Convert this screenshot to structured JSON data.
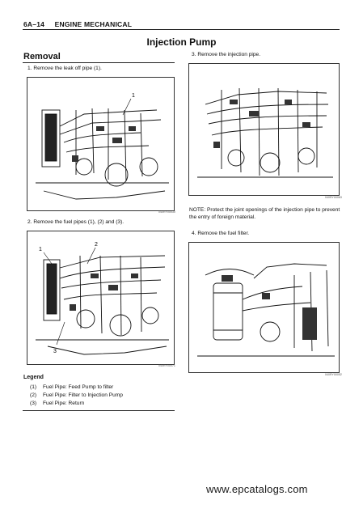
{
  "header": {
    "section": "6A–14",
    "chapter": "ENGINE MECHANICAL"
  },
  "page_title": "Injection Pump",
  "subheading": "Removal",
  "steps": [
    {
      "text": "1. Remove the leak off pipe (1)."
    },
    {
      "text": "2. Remove the fuel pipes (1), (2) and (3)."
    },
    {
      "text": "3. Remove the injection pipe."
    },
    {
      "text": "4. Remove the fuel filter."
    }
  ],
  "figures": [
    {
      "code": "040RY00030",
      "callouts": [
        "1"
      ]
    },
    {
      "code": "040RY00071",
      "callouts": [
        "1",
        "2",
        "3"
      ]
    },
    {
      "code": "040RY00063",
      "callouts": []
    },
    {
      "code": "040RY00052",
      "callouts": []
    }
  ],
  "note": "NOTE: Protect the joint openings of the injection pipe to prevent the entry of foreign material.",
  "legend": {
    "title": "Legend",
    "items": [
      {
        "num": "(1)",
        "label": "Fuel Pipe: Feed Pump to filter"
      },
      {
        "num": "(2)",
        "label": "Fuel Pipe: Filter to Injection Pump"
      },
      {
        "num": "(3)",
        "label": "Fuel Pipe: Return"
      }
    ]
  },
  "footer": {
    "url": "www.epcatalogs.com"
  }
}
